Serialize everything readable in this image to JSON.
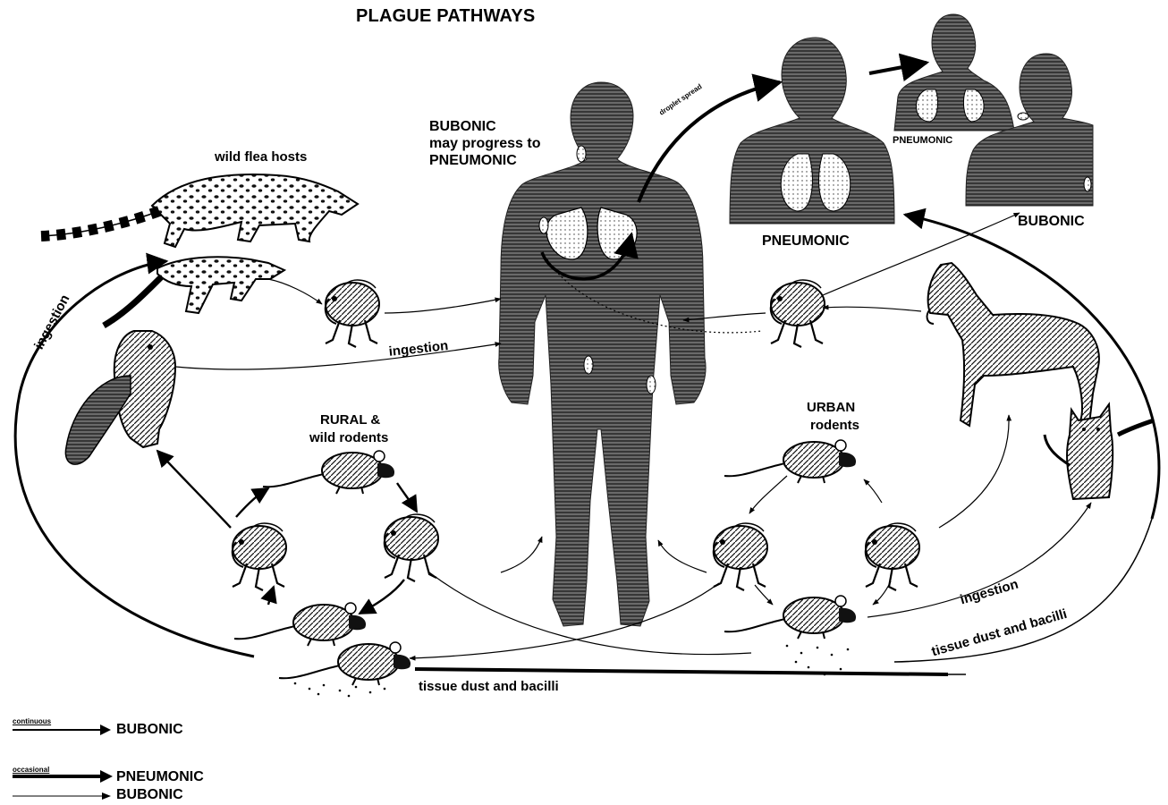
{
  "title": "PLAGUE PATHWAYS",
  "labels": {
    "wild_flea_hosts": "wild flea hosts",
    "bubonic_center": [
      "BUBONIC",
      "may progress to",
      "PNEUMONIC"
    ],
    "droplet_spread": "droplet spread",
    "pneumonic_small": "PNEUMONIC",
    "pneumonic_main": "PNEUMONIC",
    "bubonic_right": "BUBONIC",
    "ingestion_left": "ingestion",
    "ingestion_mid": "ingestion",
    "ingestion_right": "ingestion",
    "rural": [
      "RURAL &",
      "wild rodents"
    ],
    "urban": [
      "URBAN",
      "rodents"
    ],
    "tissue_dust_bottom": "tissue dust and bacilli",
    "tissue_dust_right": "tissue dust and bacilli"
  },
  "legend": {
    "continuous_caption": "continuous",
    "continuous_target": "BUBONIC",
    "occasional_caption": "occasional",
    "occasional_target_1": "PNEUMONIC",
    "occasional_target_2": "BUBONIC"
  },
  "illustrations": {
    "central_figure": "human-silhouette-icon",
    "animals": [
      "genet-icon",
      "civet-icon",
      "squirrel-icon",
      "flea-icon",
      "rat-icon",
      "dog-icon",
      "cat-icon"
    ]
  }
}
